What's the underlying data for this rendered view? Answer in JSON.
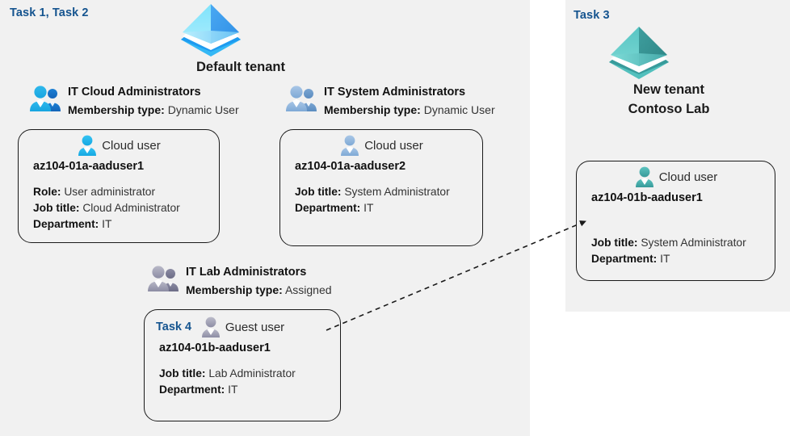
{
  "panels": {
    "left": {
      "task_label": "Task 1, Task 2"
    },
    "right": {
      "task_label": "Task 3"
    }
  },
  "tenants": [
    {
      "icon": "azure-ad-tenant-icon",
      "name_line1": "Default tenant",
      "name_line2": "",
      "color": "#33b5f0"
    },
    {
      "icon": "azure-ad-tenant-icon",
      "name_line1": "New  tenant",
      "name_line2": "Contoso Lab",
      "color": "#45b5b0"
    }
  ],
  "groups": [
    {
      "icon": "group-users-icon",
      "name": "IT Cloud Administrators",
      "meta_label": "Membership type:",
      "meta_value": "Dynamic User"
    },
    {
      "icon": "group-users-icon",
      "name": "IT System Administrators",
      "meta_label": "Membership type:",
      "meta_value": "Dynamic User"
    },
    {
      "icon": "group-users-icon",
      "name": "IT Lab Administrators",
      "meta_label": "Membership type:",
      "meta_value": "Assigned"
    }
  ],
  "cards": [
    {
      "task_inline": "",
      "user_type": "Cloud user",
      "user_icon": "cloud-user-icon",
      "username": "az104-01a-aaduser1",
      "attrs": [
        {
          "label": "Role:",
          "value": "User administrator"
        },
        {
          "label": "Job title:",
          "value": "Cloud Administrator"
        },
        {
          "label": "Department:",
          "value": "IT"
        }
      ]
    },
    {
      "task_inline": "",
      "user_type": "Cloud user",
      "user_icon": "cloud-user-icon",
      "username": "az104-01a-aaduser2",
      "attrs": [
        {
          "label": "Job title:",
          "value": "System Administrator"
        },
        {
          "label": "Department:",
          "value": "IT"
        }
      ]
    },
    {
      "task_inline": "Task 4",
      "user_type": "Guest user",
      "user_icon": "guest-user-icon",
      "username": "az104-01b-aaduser1",
      "attrs": [
        {
          "label": "Job title:",
          "value": "Lab Administrator"
        },
        {
          "label": "Department:",
          "value": "IT"
        }
      ]
    },
    {
      "task_inline": "",
      "user_type": "Cloud user",
      "user_icon": "cloud-user-icon",
      "username": "az104-01b-aaduser1",
      "attrs": [
        {
          "label": "Job title:",
          "value": "System Administrator"
        },
        {
          "label": "Department:",
          "value": "IT"
        }
      ]
    }
  ],
  "connector": {
    "name": "guest-invite-arrow",
    "style": "dashed-arrow"
  },
  "colors": {
    "task_blue": "#15548f",
    "panel_bg": "#f1f1f1",
    "card_border": "#1a1a1a",
    "tenant_blue": "#33b5f0",
    "tenant_teal": "#45b5b0"
  }
}
